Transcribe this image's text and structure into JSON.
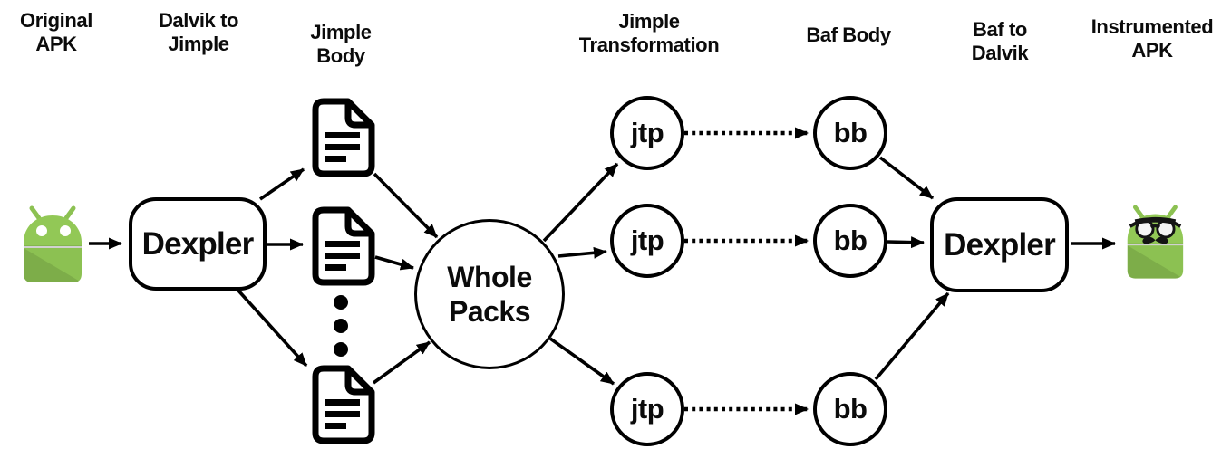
{
  "headers": [
    {
      "id": "original-apk",
      "label": "Original\nAPK"
    },
    {
      "id": "dalvik-to-jimple",
      "label": "Dalvik to\nJimple"
    },
    {
      "id": "jimple-body",
      "label": "Jimple\nBody"
    },
    {
      "id": "jimple-transformation",
      "label": "Jimple\nTransformation"
    },
    {
      "id": "baf-body",
      "label": "Baf Body"
    },
    {
      "id": "baf-to-dalvik",
      "label": "Baf to\nDalvik"
    },
    {
      "id": "instrumented-apk",
      "label": "Instrumented\nAPK"
    }
  ],
  "nodes": {
    "dexpler_left": "Dexpler",
    "whole_packs": "Whole\nPacks",
    "jtp_1": "jtp",
    "jtp_2": "jtp",
    "jtp_3": "jtp",
    "bb_1": "bb",
    "bb_2": "bb",
    "bb_3": "bb",
    "dexpler_right": "Dexpler"
  },
  "icons": {
    "original_apk": "android-robot-icon",
    "jimple_bodies": [
      "document-file-icon",
      "document-file-icon",
      "document-file-icon"
    ],
    "ellipsis": "vertical-ellipsis-dots",
    "instrumented_apk": "android-robot-glasses-mustache-icon"
  },
  "edges": [
    {
      "from": "original-apk",
      "to": "dexpler-left",
      "style": "solid"
    },
    {
      "from": "dexpler-left",
      "to": "jimple-body-1",
      "style": "solid"
    },
    {
      "from": "dexpler-left",
      "to": "jimple-body-2",
      "style": "solid"
    },
    {
      "from": "dexpler-left",
      "to": "jimple-body-3",
      "style": "solid"
    },
    {
      "from": "jimple-body-1",
      "to": "whole-packs",
      "style": "solid"
    },
    {
      "from": "jimple-body-2",
      "to": "whole-packs",
      "style": "solid"
    },
    {
      "from": "jimple-body-3",
      "to": "whole-packs",
      "style": "solid"
    },
    {
      "from": "whole-packs",
      "to": "jtp-1",
      "style": "solid"
    },
    {
      "from": "whole-packs",
      "to": "jtp-2",
      "style": "solid"
    },
    {
      "from": "whole-packs",
      "to": "jtp-3",
      "style": "solid"
    },
    {
      "from": "jtp-1",
      "to": "bb-1",
      "style": "dotted"
    },
    {
      "from": "jtp-2",
      "to": "bb-2",
      "style": "dotted"
    },
    {
      "from": "jtp-3",
      "to": "bb-3",
      "style": "dotted"
    },
    {
      "from": "bb-1",
      "to": "dexpler-right",
      "style": "solid"
    },
    {
      "from": "bb-2",
      "to": "dexpler-right",
      "style": "solid"
    },
    {
      "from": "bb-3",
      "to": "dexpler-right",
      "style": "solid"
    },
    {
      "from": "dexpler-right",
      "to": "instrumented-apk",
      "style": "solid"
    }
  ],
  "colors": {
    "android_green": "#8CC152",
    "android_green_light": "#92C856",
    "stroke_black": "#000000",
    "background": "#FFFFFF"
  }
}
